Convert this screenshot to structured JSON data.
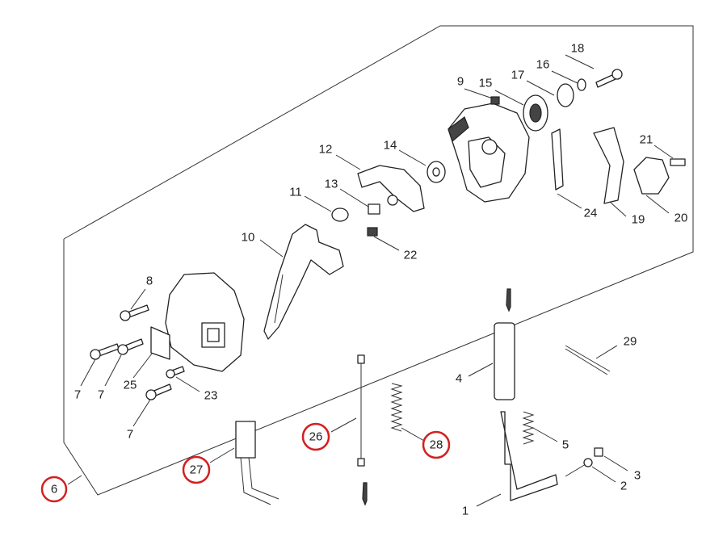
{
  "diagram": {
    "type": "exploded-parts-diagram",
    "highlight_color": "#d32020",
    "labels": [
      "18",
      "16",
      "17",
      "9",
      "15",
      "14",
      "12",
      "21",
      "13",
      "11",
      "24",
      "19",
      "20",
      "22",
      "10",
      "8",
      "29",
      "4",
      "7",
      "7",
      "25",
      "23",
      "7",
      "5",
      "3",
      "2",
      "1"
    ],
    "circled_labels": [
      "6",
      "26",
      "27",
      "28"
    ]
  }
}
